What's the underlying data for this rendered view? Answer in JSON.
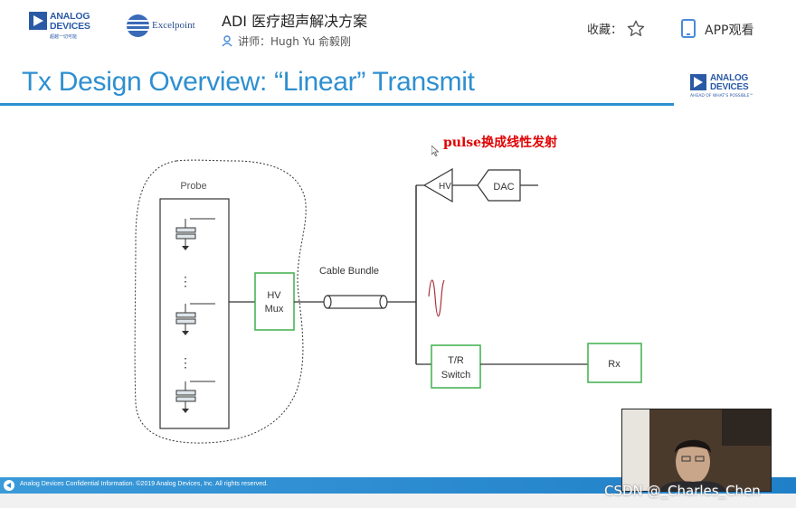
{
  "header": {
    "adi_logo_text": [
      "ANALOG",
      "DEVICES"
    ],
    "adi_logo_sub": "超越一切可能",
    "partner_logo_text": "Excelpoint",
    "course_title": "ADI 医疗超声解决方案",
    "lecturer": "讲师：Hugh Yu 俞毅刚",
    "collect_label": "收藏：",
    "app_label": "APP观看"
  },
  "slide": {
    "title": "Tx Design Overview: “Linear” Transmit",
    "logo_text": [
      "ANALOG",
      "DEVICES"
    ],
    "logo_sub": "AHEAD OF WHAT'S POSSIBLE™",
    "annotation": "pulse换成线性发射",
    "diagram": {
      "probe_label": "Probe",
      "ellipsis": "⋮",
      "mux_label": [
        "HV",
        "Mux"
      ],
      "cable_label": "Cable Bundle",
      "hv_amp_label": "HV",
      "dac_label": "DAC",
      "tr_switch_label": [
        "T/R",
        "Switch"
      ],
      "rx_label": "Rx"
    },
    "footer_text": "Analog Devices Confidential Information. ©2019 Analog Devices, Inc. All rights reserved."
  },
  "watermark": "CSDN @_Charles_Chen",
  "colors": {
    "title_blue": "#2e8fd0",
    "box_green": "#3faf4b",
    "annotation_red": "#e00000",
    "brand_blue": "#2a5aa6"
  }
}
